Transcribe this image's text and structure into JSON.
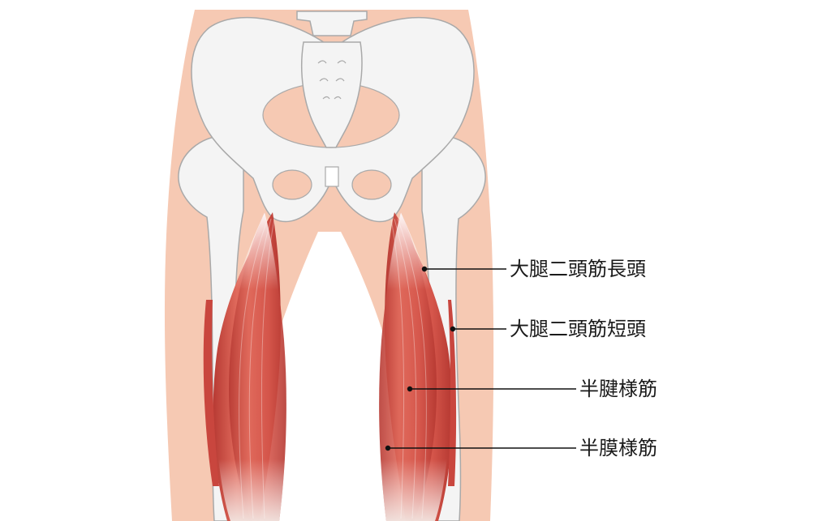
{
  "labels": {
    "biceps_femoris_long_head": "大腿二頭筋長頭",
    "biceps_femoris_short_head": "大腿二頭筋短頭",
    "semitendinosus": "半腱様筋",
    "semimembranosus": "半膜様筋"
  },
  "colors": {
    "skin": "#f6c9b3",
    "bone": "#f4f4f4",
    "bone_outline": "#a9a9a9",
    "muscle": "#d9544a",
    "muscle_dark": "#b93a33",
    "tendon": "#f3ece8",
    "leader_line": "#111111"
  }
}
